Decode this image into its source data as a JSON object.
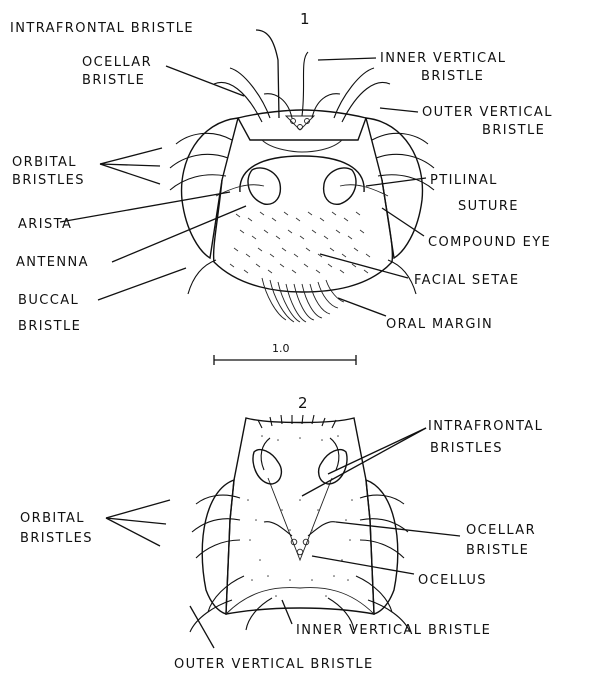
{
  "figure1": {
    "number": "1",
    "labels": {
      "intrafrontal": "INTRAFRONTAL BRISTLE",
      "ocellar_1": "OCELLAR",
      "ocellar_2": "BRISTLE",
      "inner_vertical_1": "INNER VERTICAL",
      "inner_vertical_2": "BRISTLE",
      "outer_vertical_1": "OUTER VERTICAL",
      "outer_vertical_2": "BRISTLE",
      "orbital_1": "ORBITAL",
      "orbital_2": "BRISTLES",
      "ptilinal_1": "PTILINAL",
      "ptilinal_2": "SUTURE",
      "arista": "ARISTA",
      "compound_eye": "COMPOUND EYE",
      "antenna": "ANTENNA",
      "facial_setae": "FACIAL SETAE",
      "buccal_1": "BUCCAL",
      "buccal_2": "BRISTLE",
      "oral_margin": "ORAL MARGIN"
    }
  },
  "scale_bar": {
    "label": "1.0",
    "value": 1.0
  },
  "figure2": {
    "number": "2",
    "labels": {
      "intrafrontal_1": "INTRAFRONTAL",
      "intrafrontal_2": "BRISTLES",
      "orbital_1": "ORBITAL",
      "orbital_2": "BRISTLES",
      "ocellar_1": "OCELLAR",
      "ocellar_2": "BRISTLE",
      "ocellus": "OCELLUS",
      "inner_vertical": "INNER VERTICAL BRISTLE",
      "outer_vertical": "OUTER VERTICAL BRISTLE"
    }
  }
}
